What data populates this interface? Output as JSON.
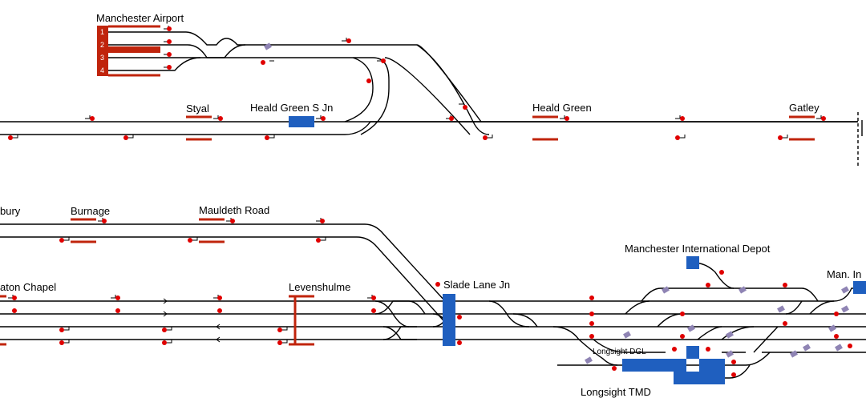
{
  "labels": {
    "manchester_airport": "Manchester Airport",
    "styal": "Styal",
    "heald_green_s_jn": "Heald Green S Jn",
    "heald_green": "Heald Green",
    "gatley": "Gatley",
    "bury": "bury",
    "burnage": "Burnage",
    "mauldeth_road": "Mauldeth Road",
    "manchester_international_depot": "Manchester International Depot",
    "man_in": "Man. In",
    "heaton_chapel": "aton Chapel",
    "levenshulme": "Levenshulme",
    "slade_lane_jn": "Slade Lane Jn",
    "longsight_dgl": "Longsight DGL",
    "longsight_tmd": "Longsight TMD"
  },
  "airport_platform_numbers": [
    "1",
    "2",
    "3",
    "4"
  ],
  "colors": {
    "track": "#000000",
    "platform": "#c0240c",
    "signal": "#e00000",
    "track_circuit_occupied": "#1f5fbf",
    "train": "#8f84b4",
    "background": "#ffffff"
  }
}
